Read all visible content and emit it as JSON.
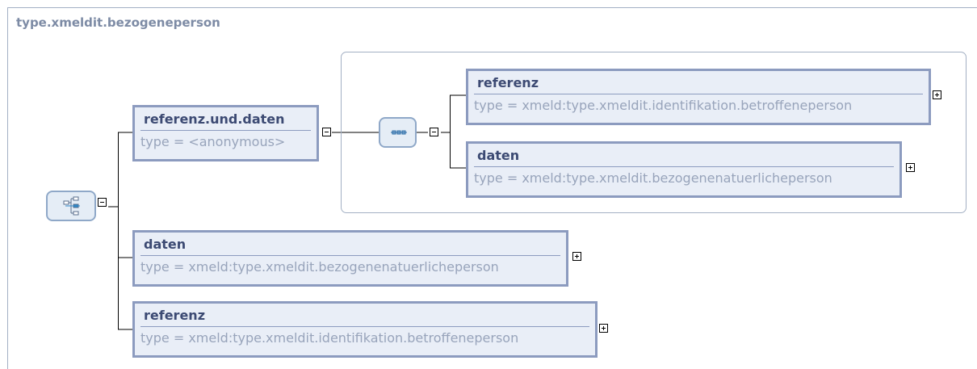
{
  "diagram": {
    "title": "type.xmeldit.bezogeneperson",
    "root_sequence": {
      "icon": "sequence-icon"
    },
    "referenz_und_daten": {
      "name": "referenz.und.daten",
      "type": "type = <anonymous>"
    },
    "inner_sequence": {
      "icon": "sequence-icon"
    },
    "inner_referenz": {
      "name": "referenz",
      "type": "type = xmeld:type.xmeldit.identifikation.betroffeneperson"
    },
    "inner_daten": {
      "name": "daten",
      "type": "type = xmeld:type.xmeldit.bezogenenatuerlicheperson"
    },
    "daten": {
      "name": "daten",
      "type": "type = xmeld:type.xmeldit.bezogenenatuerlicheperson"
    },
    "referenz": {
      "name": "referenz",
      "type": "type = xmeld:type.xmeldit.identifikation.betroffeneperson"
    },
    "colors": {
      "element_fill": "#e9eef7",
      "element_border": "#8c9bbf",
      "name_text": "#3c4a73",
      "type_text": "#98a4bb",
      "frame": "#a3b0c4"
    }
  }
}
